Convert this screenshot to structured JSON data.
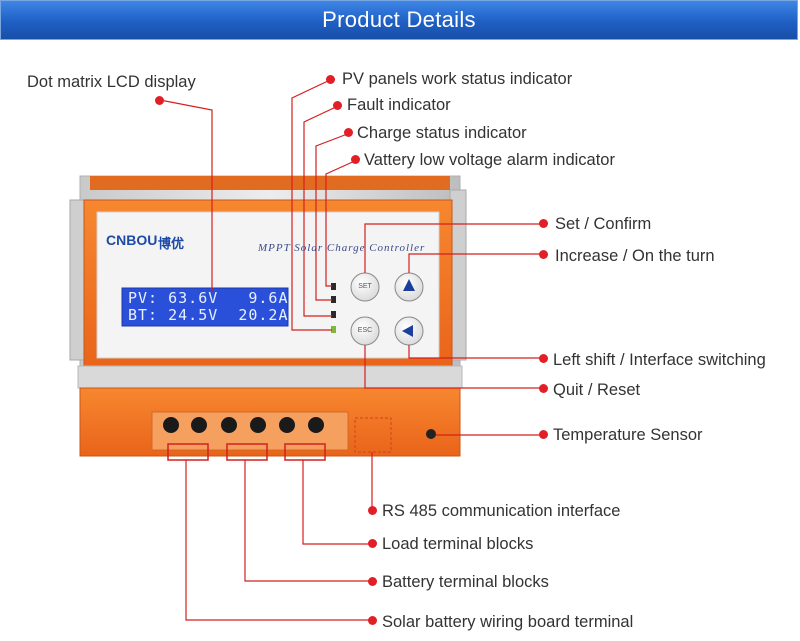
{
  "header": {
    "title": "Product Details"
  },
  "device": {
    "brand": "CNBOU",
    "brand_cn": "博优",
    "product_name": "MPPT Solar Charge Controller",
    "lcd": {
      "line1": "PV: 63.6V   9.6A",
      "line2": "BT: 24.5V  20.2A"
    },
    "buttons": {
      "set": "SET",
      "esc": "ESC"
    }
  },
  "callouts": [
    {
      "id": "lcd",
      "text": "Dot matrix LCD display"
    },
    {
      "id": "pv",
      "text": "PV panels work status indicator"
    },
    {
      "id": "fault",
      "text": "Fault indicator"
    },
    {
      "id": "charge",
      "text": "Charge status indicator"
    },
    {
      "id": "battery-low",
      "text": "Vattery low voltage alarm indicator"
    },
    {
      "id": "set",
      "text": "Set / Confirm"
    },
    {
      "id": "increase",
      "text": "Increase / On the turn"
    },
    {
      "id": "left",
      "text": "Left shift / Interface switching"
    },
    {
      "id": "quit",
      "text": "Quit / Reset"
    },
    {
      "id": "temp",
      "text": "Temperature Sensor"
    },
    {
      "id": "rs485",
      "text": "RS 485 communication interface"
    },
    {
      "id": "load",
      "text": "Load terminal blocks"
    },
    {
      "id": "battery-term",
      "text": "Battery terminal blocks"
    },
    {
      "id": "solar-term",
      "text": "Solar battery wiring board terminal"
    }
  ],
  "colors": {
    "accent": "#e21e26",
    "body": "#f37021",
    "banner": "#1f5fc4",
    "lcd": "#2a4fd8"
  }
}
